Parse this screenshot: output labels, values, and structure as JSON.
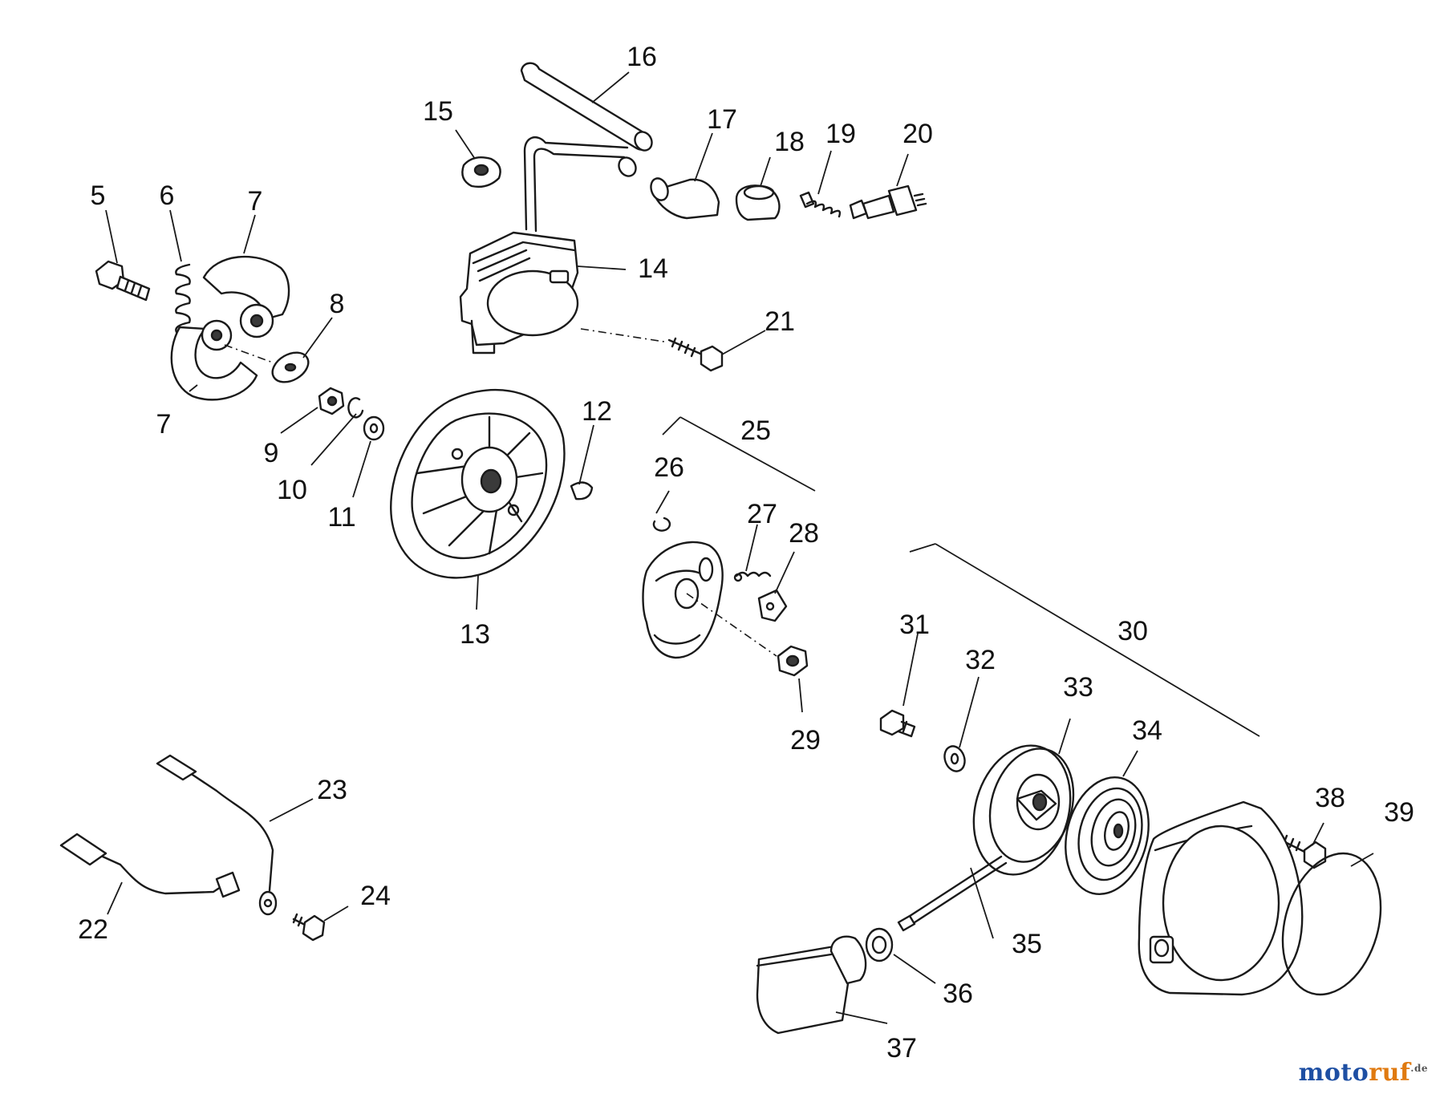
{
  "diagram": {
    "callouts": [
      "5",
      "6",
      "7",
      "7",
      "8",
      "9",
      "10",
      "11",
      "12",
      "13",
      "14",
      "15",
      "16",
      "17",
      "18",
      "19",
      "20",
      "21",
      "22",
      "23",
      "24",
      "25",
      "26",
      "27",
      "28",
      "29",
      "30",
      "31",
      "32",
      "33",
      "34",
      "35",
      "36",
      "37",
      "38",
      "39"
    ]
  },
  "watermark": {
    "brand_a": "moto",
    "brand_b": "ruf",
    "suffix": ".de"
  }
}
